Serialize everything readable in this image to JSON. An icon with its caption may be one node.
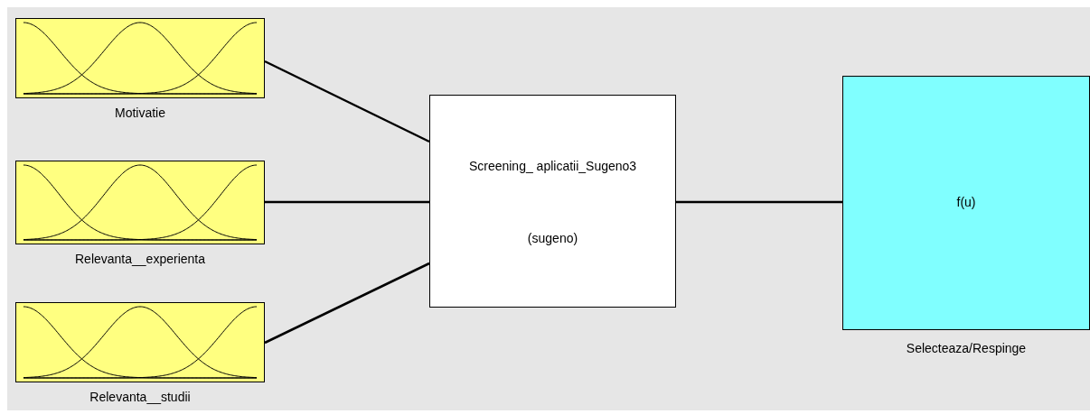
{
  "diagram": {
    "nodes": [
      {
        "text": [
          "Motivatie"
        ]
      },
      {
        "text": [
          "Relevanta__experienta"
        ]
      },
      {
        "text": [
          "Relevanta__studii"
        ]
      },
      {
        "text": [
          "Screening_ aplicatii_Sugeno3",
          "(sugeno)"
        ]
      },
      {
        "text": [
          "f(u)",
          "Selecteaza/Respinge"
        ]
      }
    ],
    "edges": [
      {
        "from": 0,
        "to": 3,
        "arrow": "none"
      },
      {
        "from": 1,
        "to": 3,
        "arrow": "none"
      },
      {
        "from": 2,
        "to": 3,
        "arrow": "none"
      },
      {
        "from": 3,
        "to": 4,
        "arrow": "none"
      }
    ]
  }
}
